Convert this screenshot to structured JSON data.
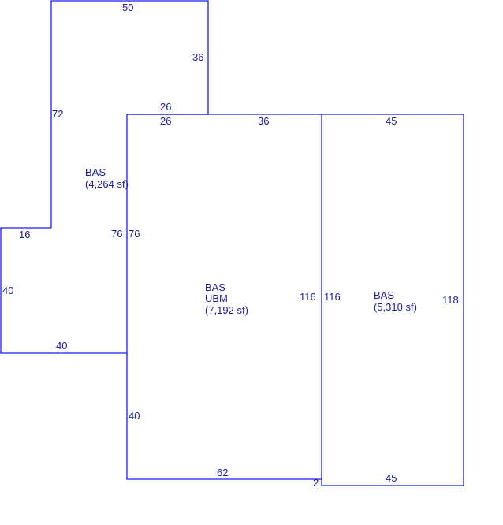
{
  "colors": {
    "line": "#1a1aff",
    "text": "#1a1aa0",
    "background": "#ffffff"
  },
  "areas": [
    {
      "lines": [
        "BAS",
        "(4,264 sf)"
      ]
    },
    {
      "lines": [
        "BAS",
        "UBM",
        "(7,192 sf)"
      ]
    },
    {
      "lines": [
        "BAS",
        "(5,310 sf)"
      ]
    }
  ],
  "dimensions": {
    "left_top": "50",
    "left_upper_right": "36",
    "left_step_top": "26",
    "left_upper_left": "72",
    "left_step_left": "16",
    "left_mid_left": "76",
    "left_lower_left": "40",
    "left_bottom": "40",
    "mid_top_left": "26",
    "mid_top_right": "36",
    "mid_upper_left": "76",
    "mid_lower_left": "40",
    "mid_right": "116",
    "mid_bottom": "62",
    "mid_jog": "2",
    "right_top": "45",
    "right_left": "116",
    "right_right": "118",
    "right_bottom": "45"
  }
}
